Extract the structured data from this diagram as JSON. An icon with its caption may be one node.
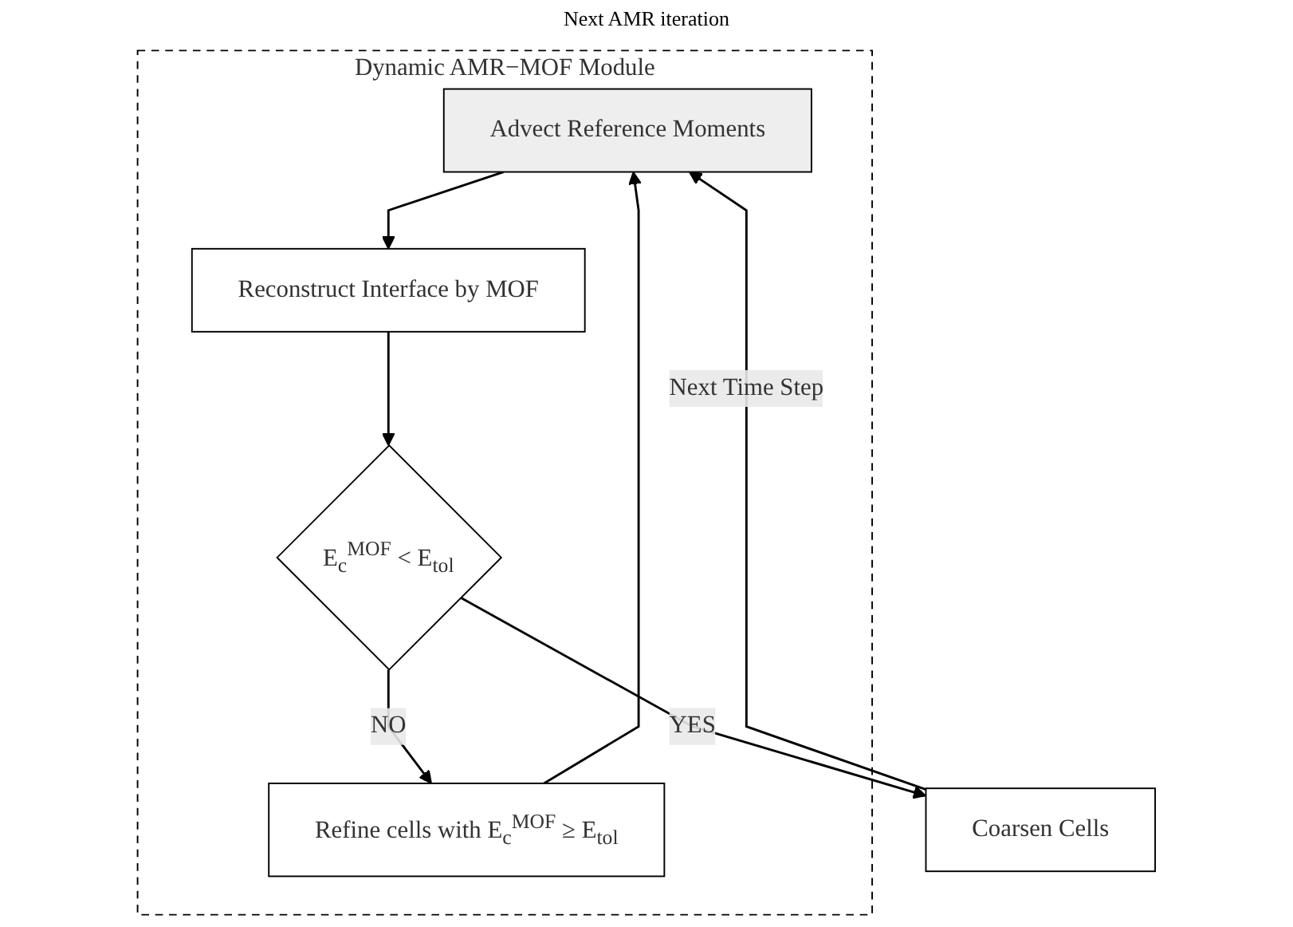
{
  "diagram": {
    "nodes": [
      {
        "text": [
          "Dynamic AMR−MOF Module"
        ]
      },
      {
        "text": [
          "Advect Reference Moments"
        ],
        "in": 0
      },
      {
        "text": [
          "Refine cells with E$_{c}$$^{MOF}$ ≥ E$_{tol}$"
        ],
        "in": 0
      },
      {
        "text": [
          "Reconstruct Interface by MOF"
        ],
        "in": 0
      },
      {
        "text": [
          "E$_{c}$$^{MOF}$ < E$_{tol}$"
        ],
        "in": 0
      },
      {
        "text": [
          "Coarsen Cells"
        ]
      }
    ],
    "edges": [
      {
        "from": 1,
        "to": 3,
        "arrow": "to"
      },
      {
        "from": 3,
        "to": 4,
        "arrow": "to"
      },
      {
        "from": 4,
        "to": 2,
        "arrow": "to",
        "label": "NO"
      },
      {
        "from": 2,
        "to": 1,
        "arrow": "to"
      },
      {
        "from": 4,
        "to": 5,
        "arrow": "to",
        "label": "YES"
      },
      {
        "from": 5,
        "to": 1,
        "arrow": "to",
        "label": "Next Time Step"
      }
    ],
    "labels": [
      "Next AMR iteration"
    ]
  }
}
